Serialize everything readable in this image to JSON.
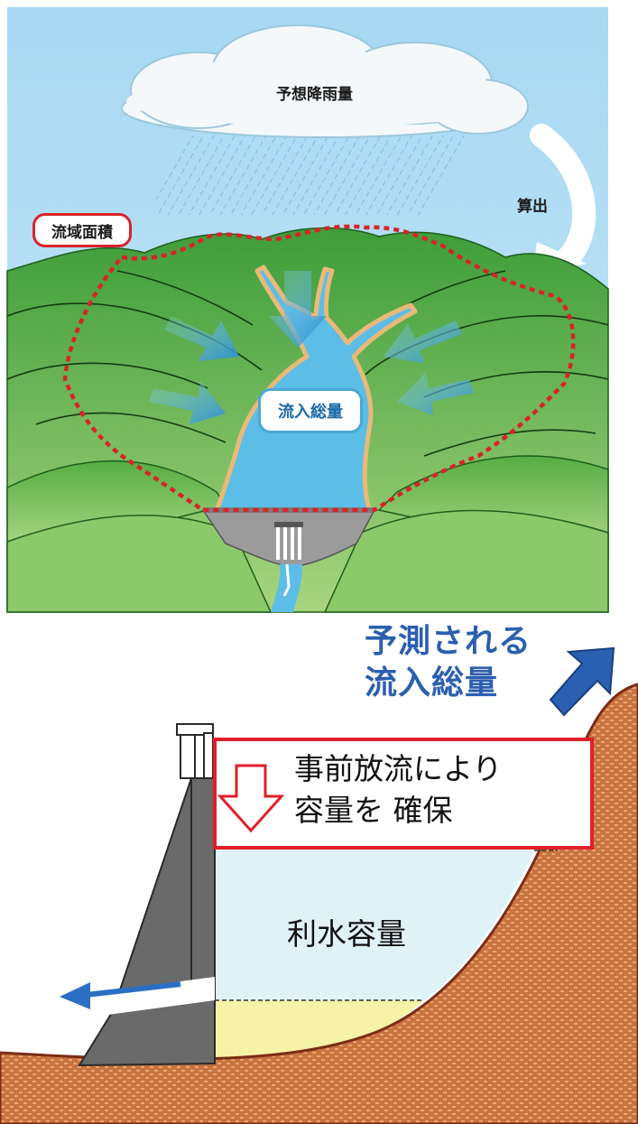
{
  "labels": {
    "rainfall": "予想降雨量",
    "calculate": "算出",
    "basin_area": "流域面積",
    "total_inflow": "流入総量",
    "predicted_line1": "予測される",
    "predicted_line2": "流入総量",
    "release_line1": "事前放流により",
    "release_line2": "容量を 確保",
    "water_use_capacity": "利水容量"
  },
  "colors": {
    "sky": "#a8d8f0",
    "mountain_dark": "#3f9a3a",
    "mountain_light": "#9fd07a",
    "water": "#5bb8e0",
    "basin_outline": "#d9232a",
    "dam_gray": "#6b6b6b",
    "reservoir_fill": "#dff2f6",
    "sediment": "#f5f1a8",
    "ground": "#c87a45",
    "predicted_text": "#2b5fb0"
  }
}
